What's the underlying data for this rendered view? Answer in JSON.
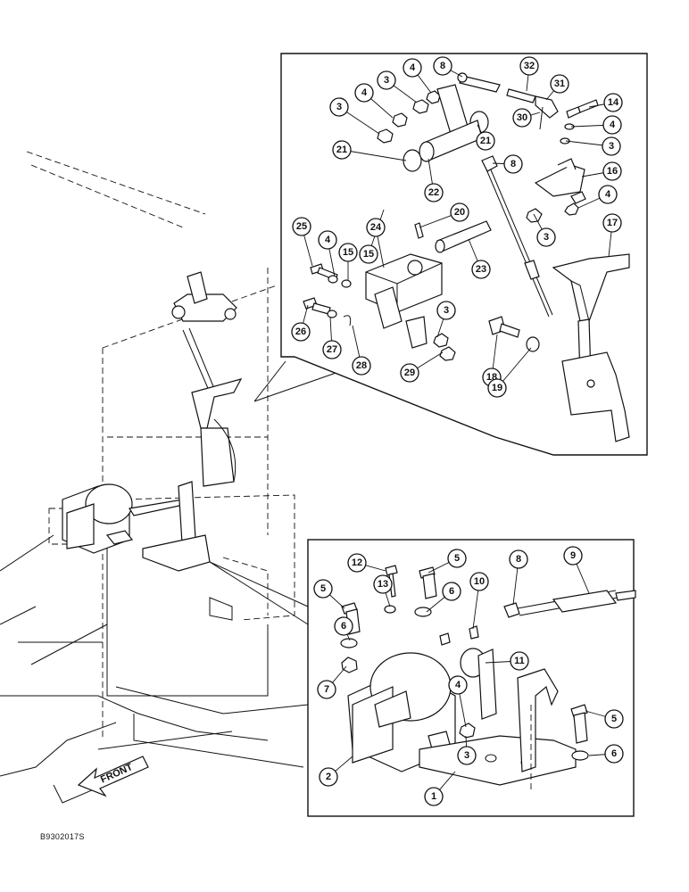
{
  "drawing_code": "B9302017S",
  "front_label": "FRONT",
  "callouts": {
    "upper_detail": [
      "3",
      "4",
      "8",
      "32",
      "31",
      "14",
      "3",
      "4",
      "30",
      "4",
      "3",
      "21",
      "21",
      "8",
      "15",
      "16",
      "22",
      "20",
      "4",
      "24",
      "25",
      "4",
      "15",
      "17",
      "23",
      "3",
      "26",
      "27",
      "28",
      "29",
      "18",
      "19",
      "3"
    ],
    "lower_detail": [
      "12",
      "5",
      "9",
      "8",
      "13",
      "5",
      "6",
      "10",
      "11",
      "6",
      "7",
      "4",
      "5",
      "3",
      "6",
      "2",
      "1"
    ]
  }
}
